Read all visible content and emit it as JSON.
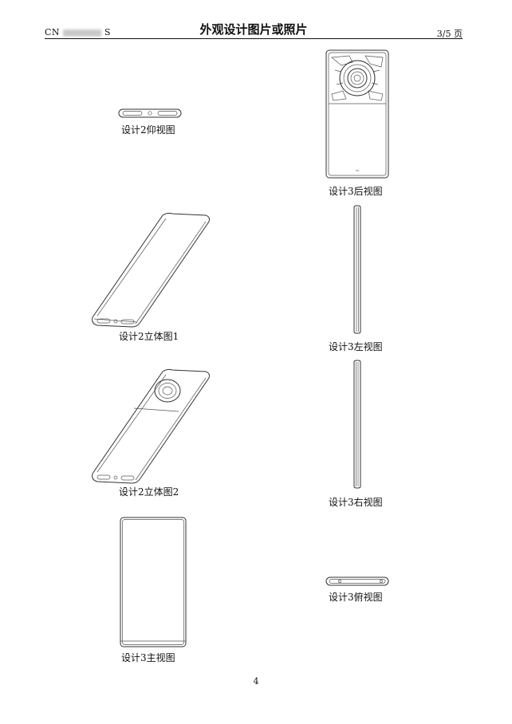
{
  "header": {
    "left_prefix": "CN",
    "left_suffix": "S",
    "title": "外观设计图片或照片",
    "page_info": "3/5 页"
  },
  "figures": {
    "d2_bottom": "设计2仰视图",
    "d3_back": "设计3后视图",
    "d2_persp1": "设计2立体图1",
    "d3_left": "设计3左视图",
    "d2_persp2": "设计2立体图2",
    "d3_right": "设计3右视图",
    "d3_front": "设计3主视图",
    "d3_top": "设计3俯视图"
  },
  "footer": {
    "page_number": "4"
  }
}
